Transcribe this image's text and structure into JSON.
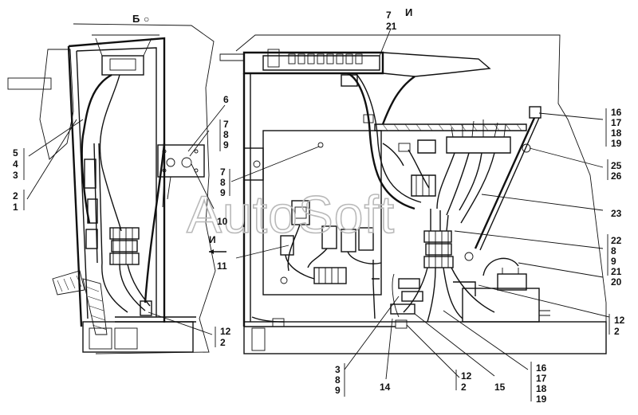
{
  "view_titles": {
    "left": "Б",
    "left_mark": "○",
    "right": "И"
  },
  "watermark": "AutoSoft",
  "view_arrow_label": "И",
  "callouts": {
    "c_16_19_top": [
      "16",
      "17",
      "18",
      "19"
    ],
    "c_25_26": [
      "25",
      "26"
    ],
    "c_23": [
      "23"
    ],
    "c_22_21": [
      "22",
      "8",
      "9",
      "21"
    ],
    "c_20": [
      "20"
    ],
    "c_12_2_right": [
      "12",
      "2"
    ],
    "c_16_19_bottom": [
      "16",
      "17",
      "18",
      "19"
    ],
    "c_15": [
      "15"
    ],
    "c_12_2_bottom": [
      "12",
      "2"
    ],
    "c_14": [
      "14"
    ],
    "c_3_8_9": [
      "3",
      "8",
      "9"
    ],
    "c_7_21": [
      "7",
      "21"
    ],
    "c_6": [
      "6"
    ],
    "c_7_8_9_a": [
      "7",
      "8",
      "9"
    ],
    "c_7_8_9_b": [
      "7",
      "8",
      "9"
    ],
    "c_10": [
      "10"
    ],
    "c_11": [
      "11"
    ],
    "c_5_4_3": [
      "5",
      "4",
      "3"
    ],
    "c_2_1": [
      "2",
      "1"
    ],
    "c_12_2_left": [
      "12",
      "2"
    ]
  }
}
